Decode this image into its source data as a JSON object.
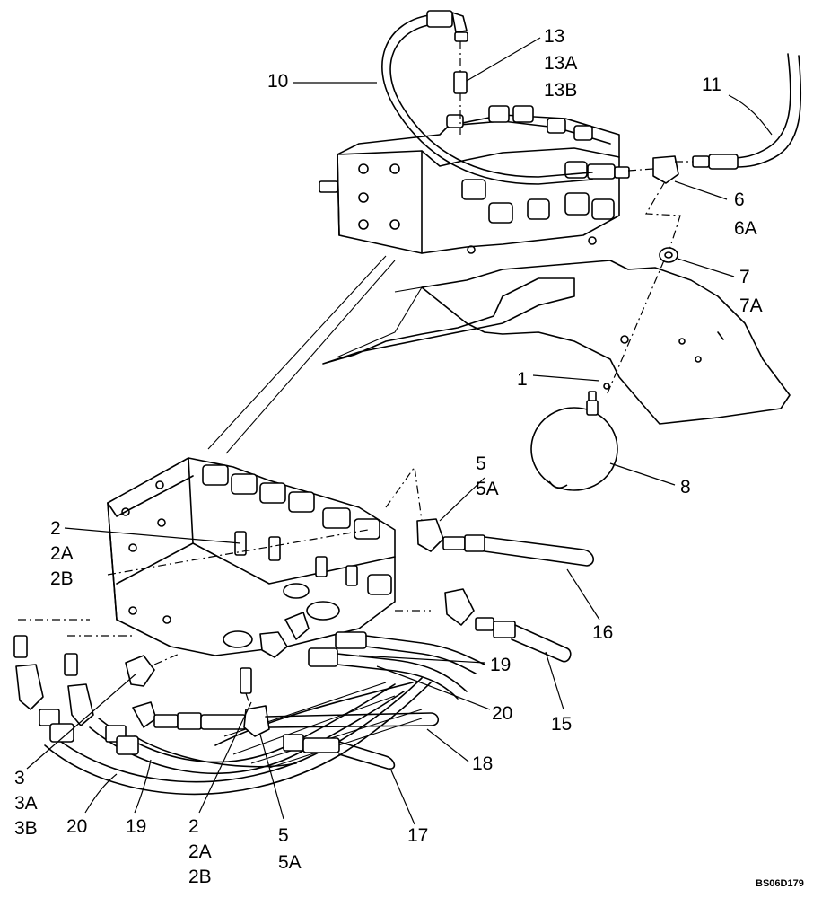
{
  "callouts": {
    "c1": "1",
    "c2a": [
      "2",
      "2A",
      "2B"
    ],
    "c2b": [
      "2",
      "2A",
      "2B"
    ],
    "c3": [
      "3",
      "3A",
      "3B"
    ],
    "c5a": [
      "5",
      "5A"
    ],
    "c5b": [
      "5",
      "5A"
    ],
    "c6": [
      "6",
      "6A"
    ],
    "c7": [
      "7",
      "7A"
    ],
    "c8": "8",
    "c10": "10",
    "c11": "11",
    "c13": [
      "13",
      "13A",
      "13B"
    ],
    "c15": "15",
    "c16": "16",
    "c17": "17",
    "c18": "18",
    "c19a": "19",
    "c19b": "19",
    "c20a": "20",
    "c20b": "20"
  },
  "drawing_code": "BS06D179"
}
